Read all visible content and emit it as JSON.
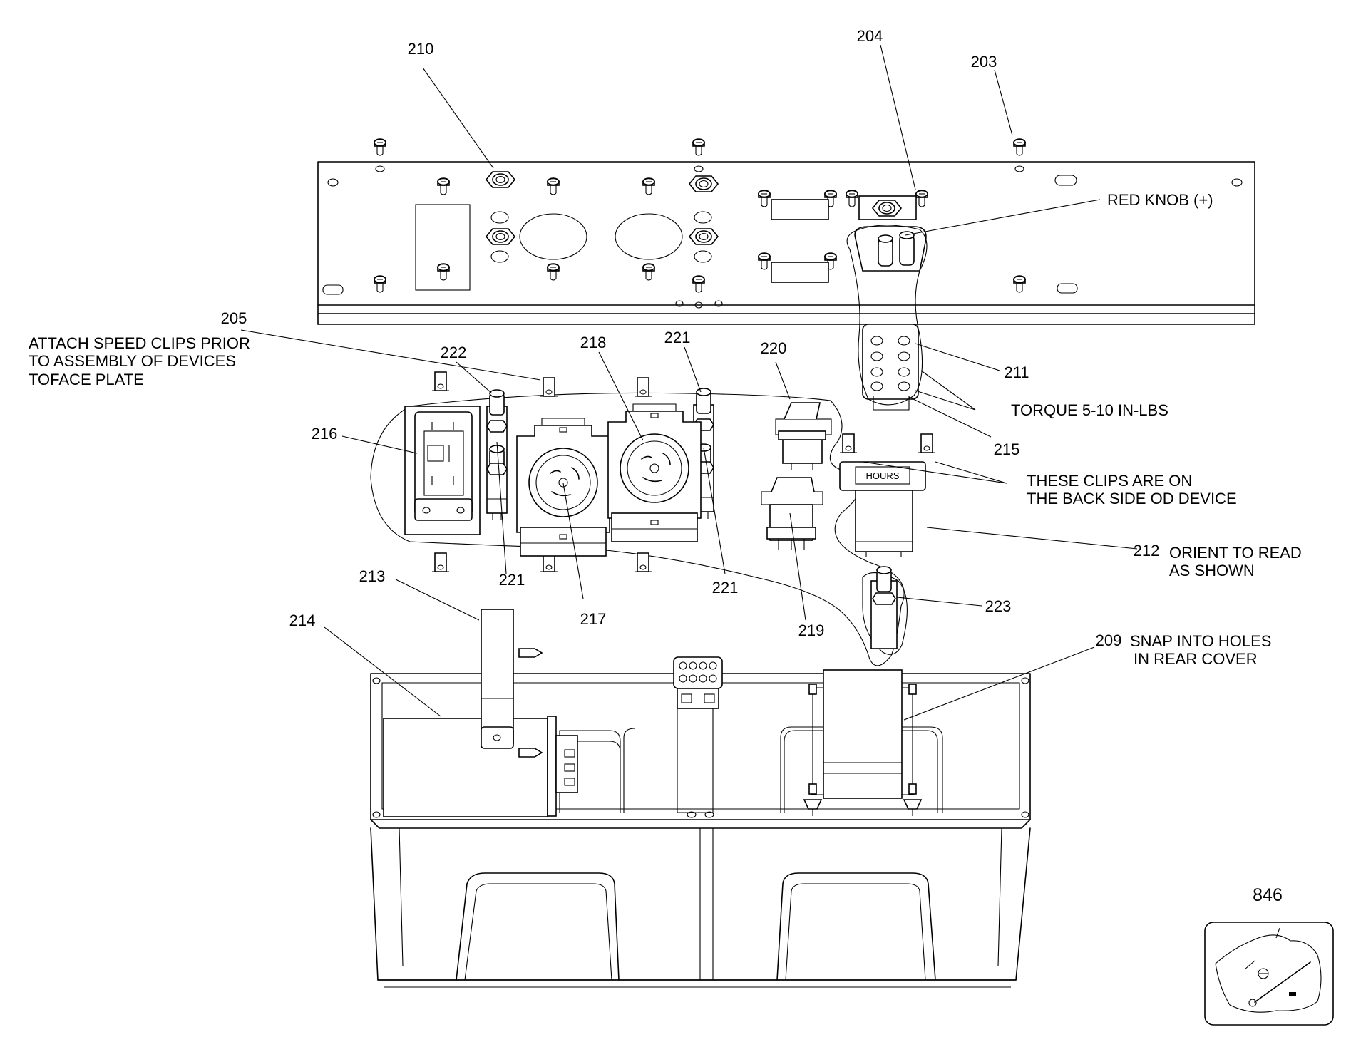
{
  "callouts": {
    "c203": "203",
    "c204": "204",
    "c205": "205",
    "c209": "209",
    "c210": "210",
    "c211": "211",
    "c212": "212",
    "c213": "213",
    "c214": "214",
    "c215": "215",
    "c216": "216",
    "c217": "217",
    "c218": "218",
    "c219": "219",
    "c220": "220",
    "c221a": "221",
    "c221b": "221",
    "c221c": "221",
    "c222": "222",
    "c223": "223",
    "c846": "846"
  },
  "notes": {
    "red_knob": "RED KNOB (+)",
    "speed_clips_1": "ATTACH SPEED CLIPS PRIOR",
    "speed_clips_2": "TO ASSEMBLY OF DEVICES",
    "speed_clips_3": "TOFACE PLATE",
    "torque": "TORQUE 5-10 IN-LBS",
    "back_side_1": "THESE CLIPS ARE ON",
    "back_side_2": "THE BACK SIDE OD DEVICE",
    "orient_1": "ORIENT TO READ",
    "orient_2": "AS SHOWN",
    "snap_1": "SNAP INTO HOLES",
    "snap_2": "IN REAR COVER"
  },
  "labels": {
    "hour_meter": "HOURS"
  },
  "icons": {
    "screw": "screw-icon",
    "nut": "nut-icon",
    "speed_clip": "speed-clip-icon",
    "hardware_bag": "hardware-bag-icon"
  }
}
